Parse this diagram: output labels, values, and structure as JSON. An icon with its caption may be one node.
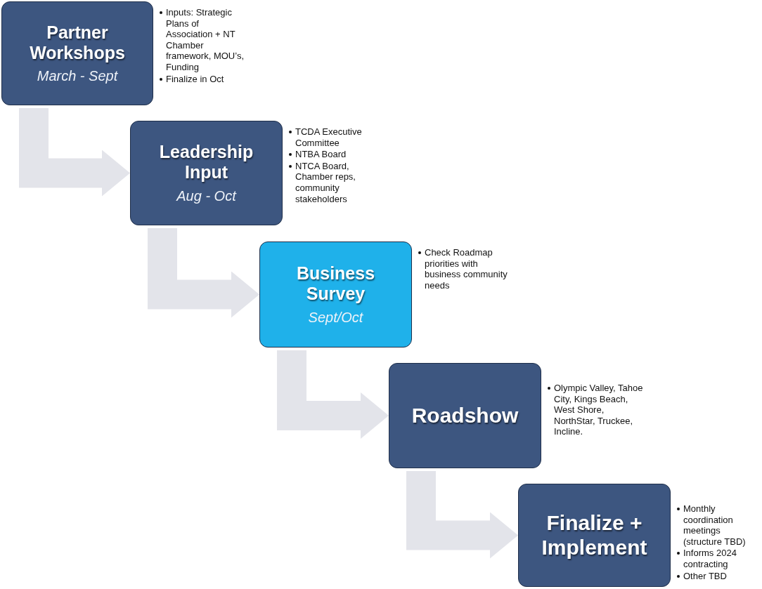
{
  "diagram": {
    "nodes": [
      {
        "text": [
          "Partner Workshops",
          "March - Sept"
        ],
        "beside": [
          "Inputs: Strategic Plans of Association + NT Chamber framework, MOU’s, Funding",
          "Finalize in Oct"
        ]
      },
      {
        "text": [
          "Leadership Input",
          "Aug - Oct"
        ],
        "beside": [
          "TCDA Executive Committee",
          "NTBA Board",
          "NTCA Board, Chamber reps, community stakeholders"
        ]
      },
      {
        "text": [
          "Business Survey",
          "Sept/Oct"
        ],
        "beside": [
          "Check Roadmap priorities with business community needs"
        ]
      },
      {
        "text": [
          "Roadshow"
        ],
        "beside": [
          "Olympic Valley, Tahoe City, Kings Beach, West Shore, NorthStar, Truckee, Incline."
        ]
      },
      {
        "text": [
          "Finalize + Implement"
        ],
        "beside": [
          "Monthly coordination meetings (structure TBD)",
          "Informs 2024 contracting",
          "Other TBD"
        ]
      }
    ],
    "edges": [
      {
        "from": 0,
        "to": 1,
        "arrow": "to"
      },
      {
        "from": 1,
        "to": 2,
        "arrow": "to"
      },
      {
        "from": 2,
        "to": 3,
        "arrow": "to"
      },
      {
        "from": 3,
        "to": 4,
        "arrow": "to"
      }
    ]
  }
}
